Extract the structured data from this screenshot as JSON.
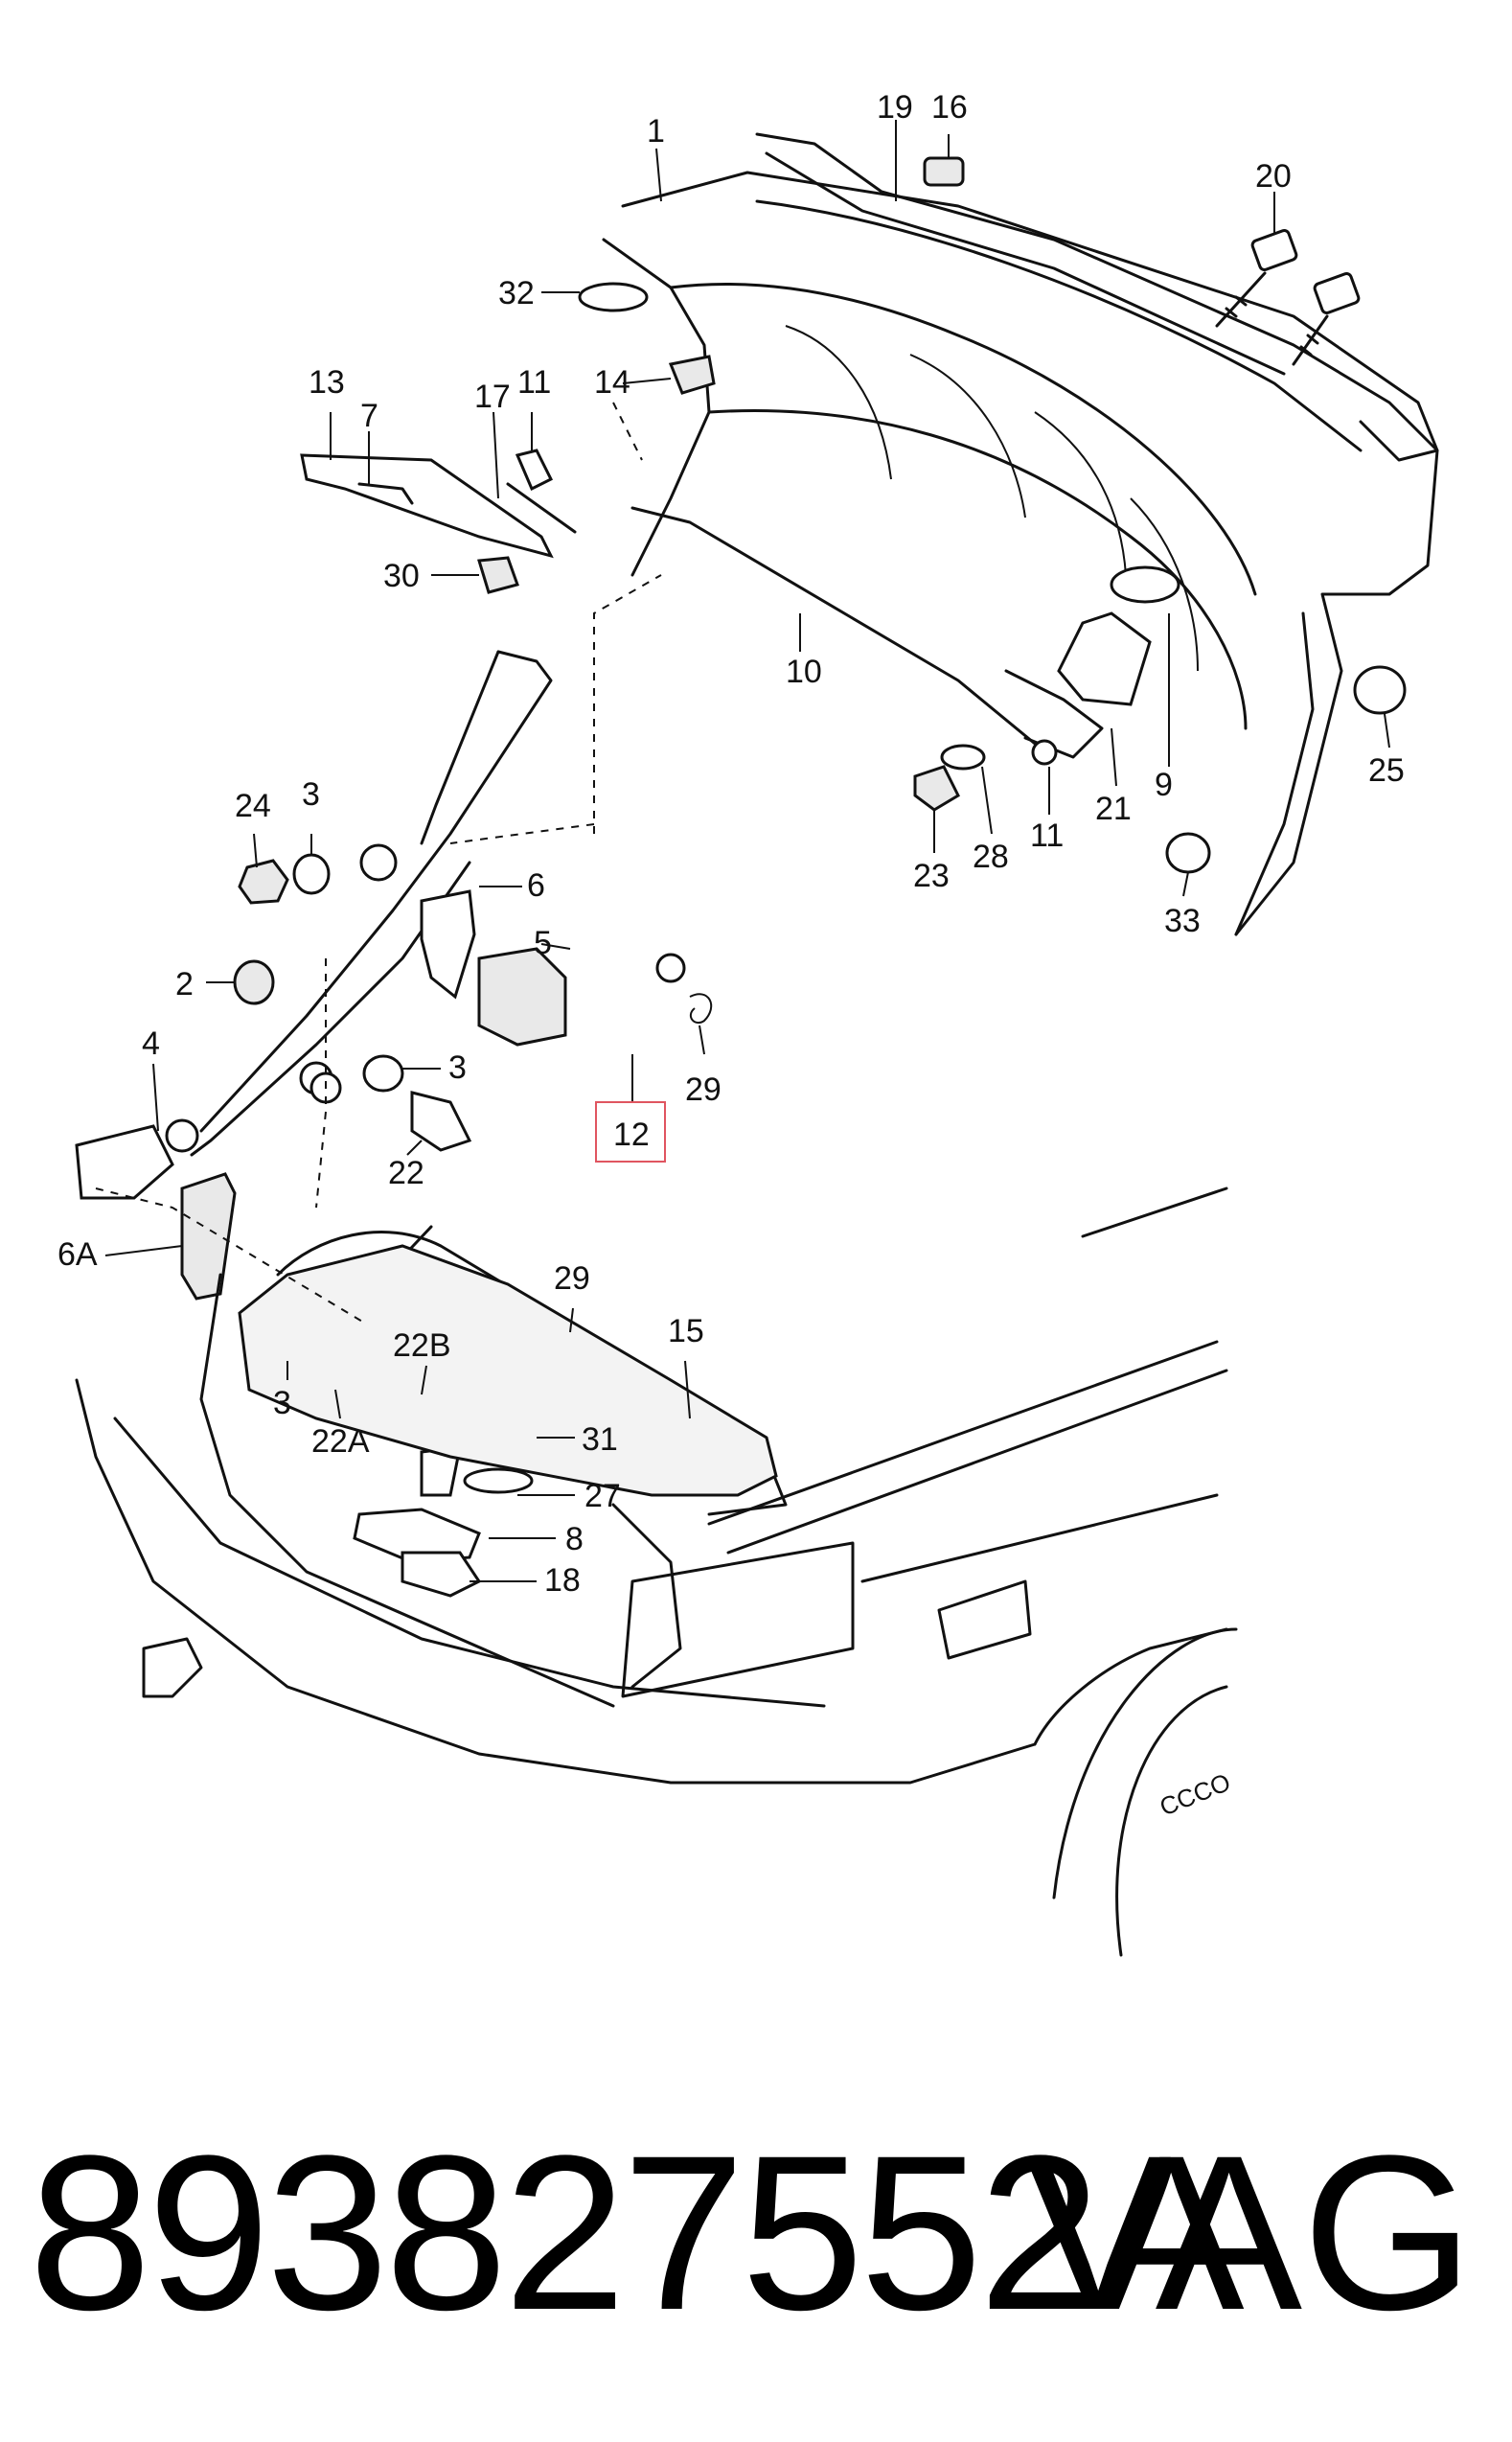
{
  "diagram": {
    "callouts": [
      "1",
      "19",
      "16",
      "20",
      "32",
      "14",
      "13",
      "7",
      "17",
      "11",
      "30",
      "10",
      "9",
      "25",
      "21",
      "11",
      "28",
      "23",
      "33",
      "24",
      "3",
      "6",
      "2",
      "5",
      "4",
      "3",
      "29",
      "22",
      "12",
      "6A",
      "29",
      "15",
      "3",
      "22B",
      "22A",
      "31",
      "27",
      "8",
      "18"
    ],
    "badge": "CCCO",
    "highlighted_callout": "12",
    "highlight_color": "#e05560"
  },
  "footer": {
    "part_number": "893827552A",
    "brand": "VAG"
  }
}
